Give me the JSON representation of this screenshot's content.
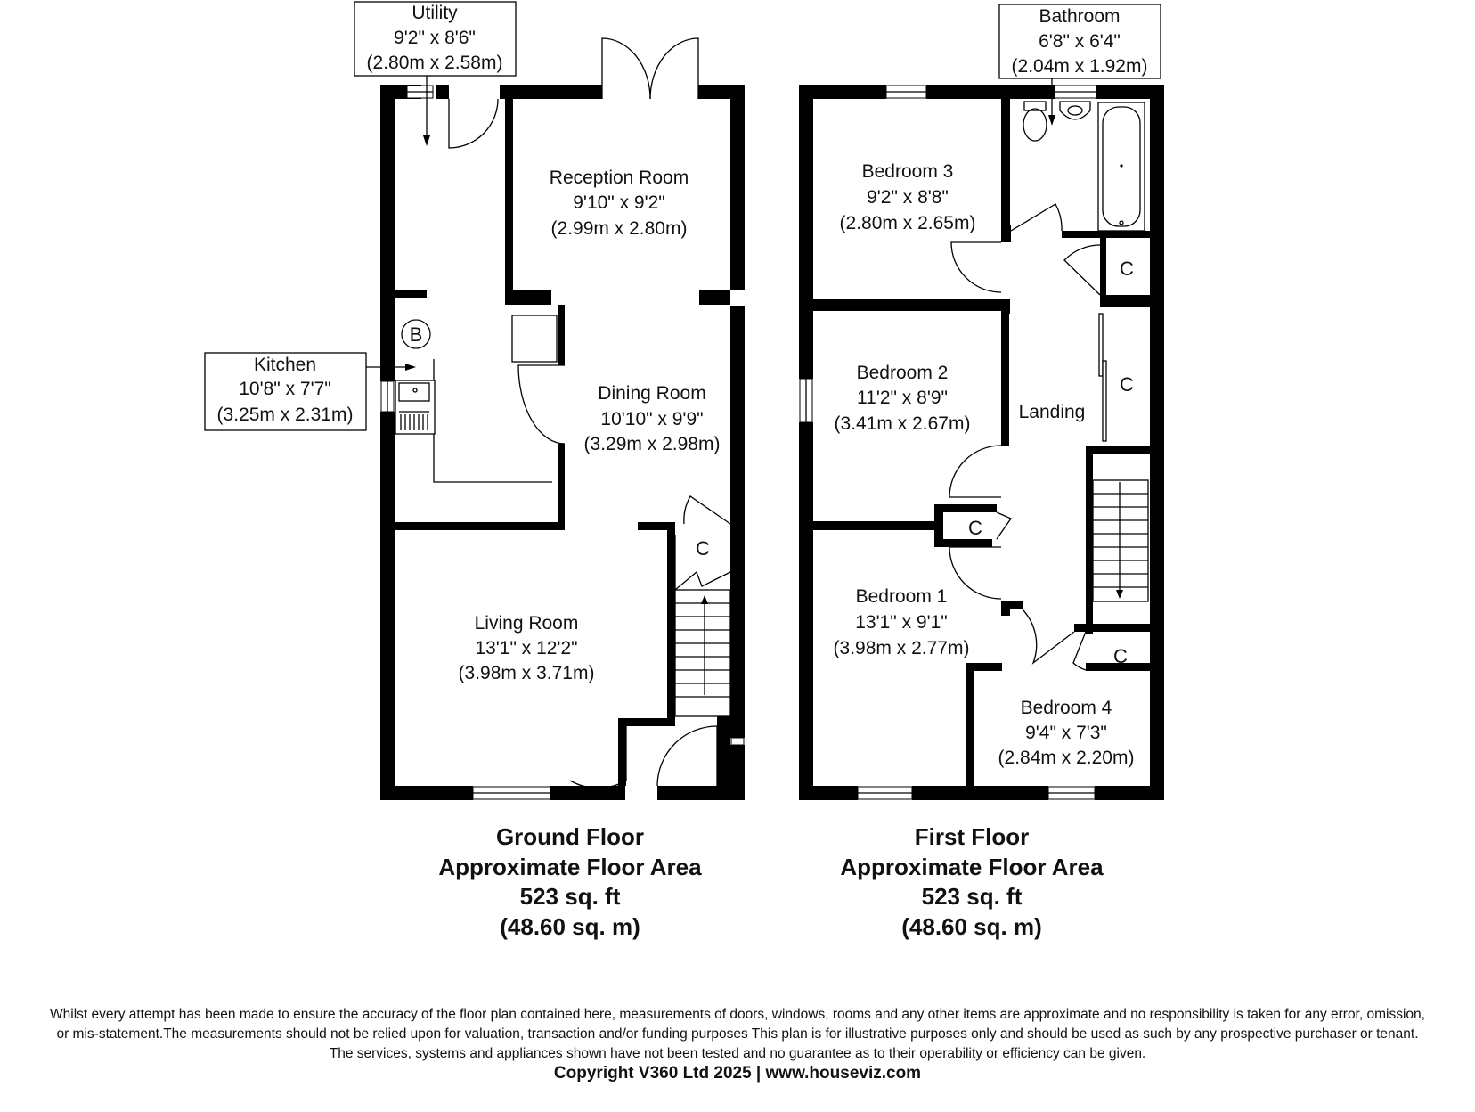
{
  "ground_floor": {
    "rooms": {
      "utility": {
        "name": "Utility",
        "imperial": "9'2\" x 8'6\"",
        "metric": "(2.80m x 2.58m)"
      },
      "reception": {
        "name": "Reception Room",
        "imperial": "9'10\" x 9'2\"",
        "metric": "(2.99m x 2.80m)"
      },
      "kitchen": {
        "name": "Kitchen",
        "imperial": "10'8\" x 7'7\"",
        "metric": "(3.25m x 2.31m)"
      },
      "dining": {
        "name": "Dining Room",
        "imperial": "10'10\" x 9'9\"",
        "metric": "(3.29m x 2.98m)"
      },
      "living": {
        "name": "Living Room",
        "imperial": "13'1\" x 12'2\"",
        "metric": "(3.98m x 3.71m)"
      }
    },
    "boiler_label": "B",
    "cupboard_label": "C",
    "title": "Ground Floor",
    "area_label": "Approximate Floor Area",
    "area_sqft": "523 sq. ft",
    "area_sqm": "(48.60 sq. m)"
  },
  "first_floor": {
    "rooms": {
      "bathroom": {
        "name": "Bathroom",
        "imperial": "6'8\" x 6'4\"",
        "metric": "(2.04m x 1.92m)"
      },
      "bedroom3": {
        "name": "Bedroom 3",
        "imperial": "9'2\" x 8'8\"",
        "metric": "(2.80m x 2.65m)"
      },
      "bedroom2": {
        "name": "Bedroom 2",
        "imperial": "11'2\" x 8'9\"",
        "metric": "(3.41m x 2.67m)"
      },
      "landing": {
        "name": "Landing"
      },
      "bedroom1": {
        "name": "Bedroom 1",
        "imperial": "13'1\" x 9'1\"",
        "metric": "(3.98m x 2.77m)"
      },
      "bedroom4": {
        "name": "Bedroom 4",
        "imperial": "9'4\" x 7'3\"",
        "metric": "(2.84m x 2.20m)"
      }
    },
    "cupboard_label": "C",
    "title": "First Floor",
    "area_label": "Approximate Floor Area",
    "area_sqft": "523 sq. ft",
    "area_sqm": "(48.60 sq. m)"
  },
  "disclaimer": {
    "line1": "Whilst every attempt has been made to ensure the accuracy of the floor plan contained here, measurements of doors, windows, rooms and any other items are approximate and no responsibility is taken for any error, omission,",
    "line2": "or mis-statement.The measurements should not be relied upon for valuation, transaction and/or funding purposes This plan is for illustrative purposes only and should be used as such by any prospective purchaser or tenant.",
    "line3": "The services, systems and appliances shown have not been tested and no guarantee as to their operability or efficiency can be given."
  },
  "copyright": "Copyright V360 Ltd 2025 | www.houseviz.com"
}
